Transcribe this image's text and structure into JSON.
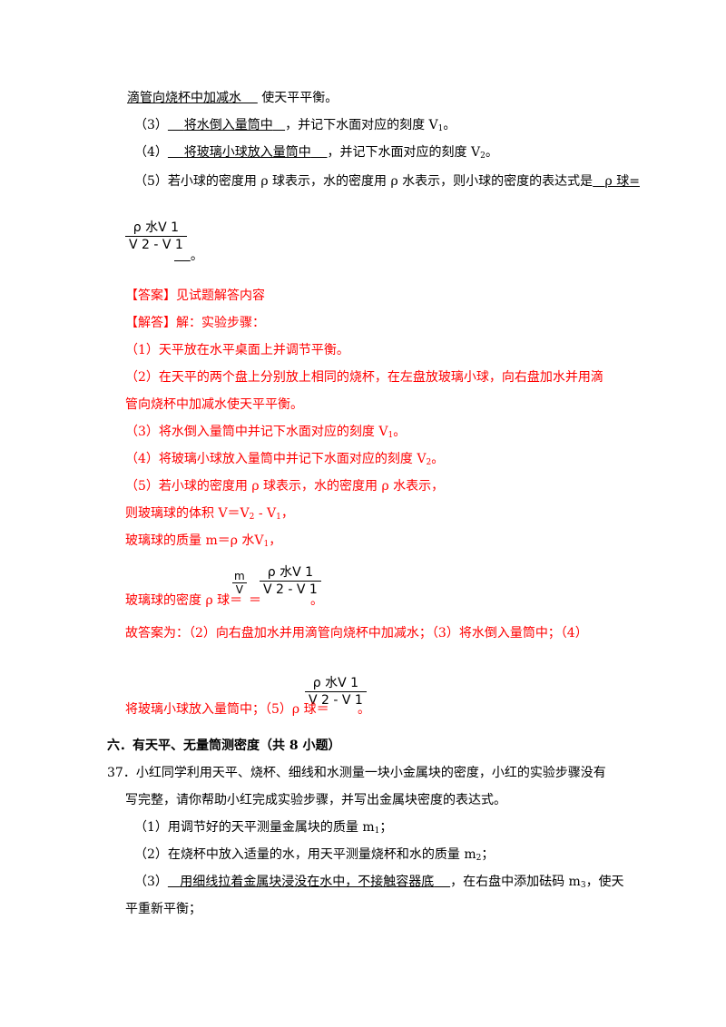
{
  "lines": {
    "l1_underlined": "滴管向烧杯中加减水",
    "l1_rest": "使天平平衡。",
    "l2_prefix": "（3）",
    "l2_answer": "将水倒入量筒中",
    "l2_rest": "，并记下水面对应的刻度 V",
    "l2_sub": "1",
    "l2_end": "。",
    "l3_prefix": "（4）",
    "l3_answer": "将玻璃小球放入量筒中",
    "l3_rest": "，并记下水面对应的刻度 V",
    "l3_sub": "2",
    "l3_end": "。",
    "l4_text": "（5）若小球的密度用 ρ 球表示，水的密度用 ρ 水表示，则小球的密度的表达式是",
    "l4_answer": "ρ 球=",
    "q_frac_num": "ρ 水V 1",
    "q_frac_den": "V 2 - V 1",
    "q_frac_end": "。",
    "ans_label": "【答案】见试题解答内容",
    "sol_label": "【解答】解：实验步骤：",
    "s1": "（1）天平放在水平桌面上并调节平衡。",
    "s2a": "（2）在天平的两个盘上分别放上相同的烧杯，在左盘放玻璃小球，向右盘加水并用滴",
    "s2b": "管向烧杯中加减水使天平平衡。",
    "s3": "（3）将水倒入量筒中并记下水面对应的刻度 V",
    "s3_sub": "1",
    "s3_end": "。",
    "s4": "（4）将玻璃小球放入量筒中并记下水面对应的刻度 V",
    "s4_sub": "2",
    "s4_end": "。",
    "s5": "（5）若小球的密度用 ρ 球表示，水的密度用 ρ 水表示，",
    "s6": "则玻璃球的体积 V＝V",
    "s6_sub1": "2",
    "s6_mid": " - V",
    "s6_sub2": "1",
    "s6_end": "，",
    "s7": "玻璃球的质量 m＝ρ 水V",
    "s7_sub": "1",
    "s7_end": "，",
    "s8": "玻璃球的密度 ρ 球＝",
    "s8_frac1_num": "m",
    "s8_frac1_den": "V",
    "s8_eq": "＝",
    "s8_frac2_num": "ρ 水V 1",
    "s8_frac2_den": "V 2 - V 1",
    "s8_end": "。",
    "g1": "故答案为：（2）向右盘加水并用滴管向烧杯中加减水；（3）将水倒入量筒中；（4）",
    "g2": "将玻璃小球放入量筒中；（5）ρ 球＝",
    "g2_frac_num": "ρ 水V 1",
    "g2_frac_den": "V 2 - V 1",
    "g2_end": "。",
    "section_title": "六．有天平、无量筒测密度（共 8 小题）",
    "q37a": "37．小红同学利用天平、烧杯、细线和水测量一块小金属块的密度，小红的实验步骤没有",
    "q37b": "写完整，请你帮助小红完成实验步骤，并写出金属块密度的表达式。",
    "q37_1": "（1）用调节好的天平测量金属块的质量 m",
    "q37_1_sub": "1",
    "q37_1_end": "；",
    "q37_2": "（2）在烧杯中放入适量的水，用天平测量烧杯和水的质量 m",
    "q37_2_sub": "2",
    "q37_2_end": "；",
    "q37_3_prefix": "（3）",
    "q37_3_answer": "用细线拉着金属块浸没在水中，不接触容器底",
    "q37_3_rest": "，在右盘中添加砝码 m",
    "q37_3_sub": "3",
    "q37_3_end": "，使天",
    "q37_3b": "平重新平衡；"
  }
}
